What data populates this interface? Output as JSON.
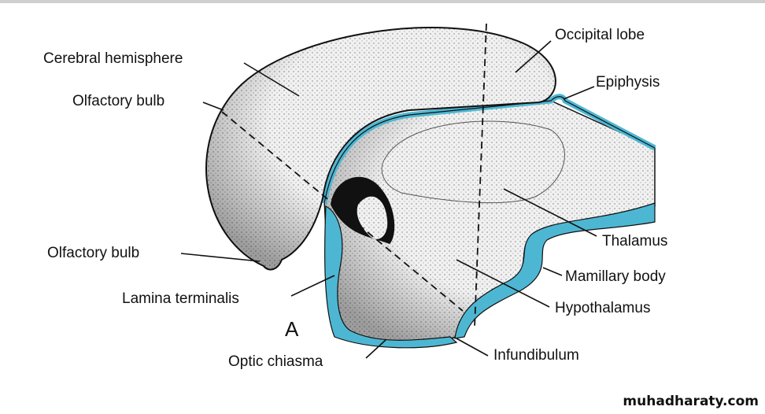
{
  "figure_letter": "A",
  "labels": {
    "occipital_lobe": "Occipital lobe",
    "cerebral_hemisphere": "Cerebral hemisphere",
    "epiphysis": "Epiphysis",
    "olfactory_bulb_upper": "Olfactory bulb",
    "thalamus": "Thalamus",
    "olfactory_bulb_lower": "Olfactory bulb",
    "mamillary_body": "Mamillary body",
    "lamina_terminalis": "Lamina terminalis",
    "hypothalamus": "Hypothalamus",
    "infundibulum": "Infundibulum",
    "optic_chiasma": "Optic chiasma"
  },
  "watermark": "muhadharaty.com",
  "colors": {
    "ventricle_lining": "#4db7d3",
    "outline": "#111111",
    "tissue": "#ececec"
  }
}
